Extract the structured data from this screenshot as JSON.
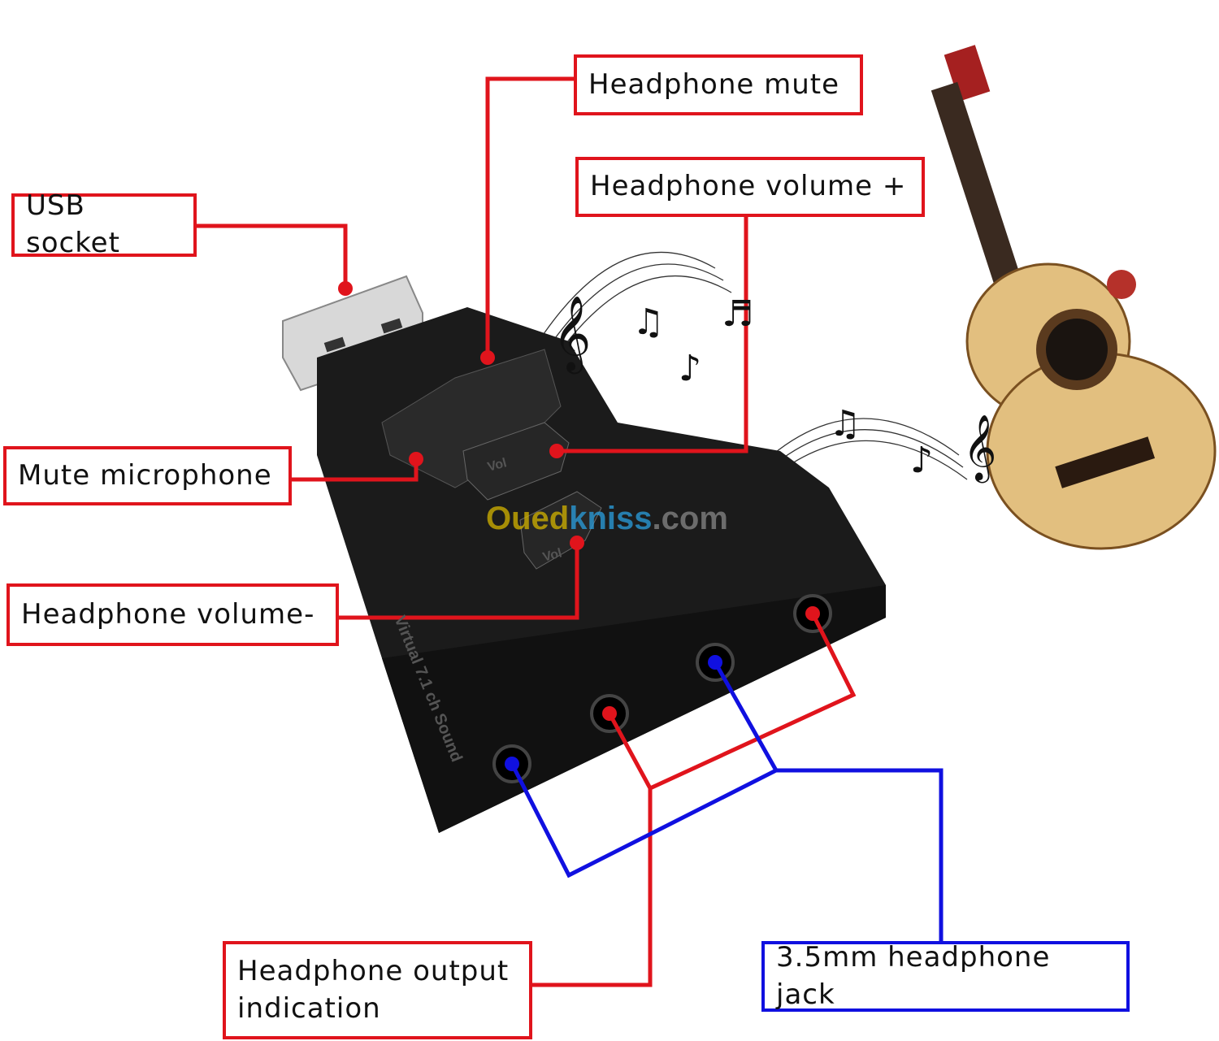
{
  "labels": {
    "headphone_mute": "Headphone mute",
    "headphone_volume_up": "Headphone volume +",
    "usb_socket": "USB socket",
    "mute_microphone": "Mute microphone",
    "headphone_volume_down": "Headphone volume-",
    "headphone_output_line1": "Headphone output",
    "headphone_output_line2": "indication",
    "headphone_jack": "3.5mm headphone jack"
  },
  "device": {
    "side_text": "Virtual 7.1 ch Sound",
    "vol_up_label": "Vol",
    "vol_down_label": "Vol"
  },
  "watermark": {
    "part1": "Oued",
    "part2": "kniss",
    "part3": ".com"
  },
  "colors": {
    "callout_red": "#e0141c",
    "callout_blue": "#1010e0",
    "device": "#1b1b1b"
  }
}
